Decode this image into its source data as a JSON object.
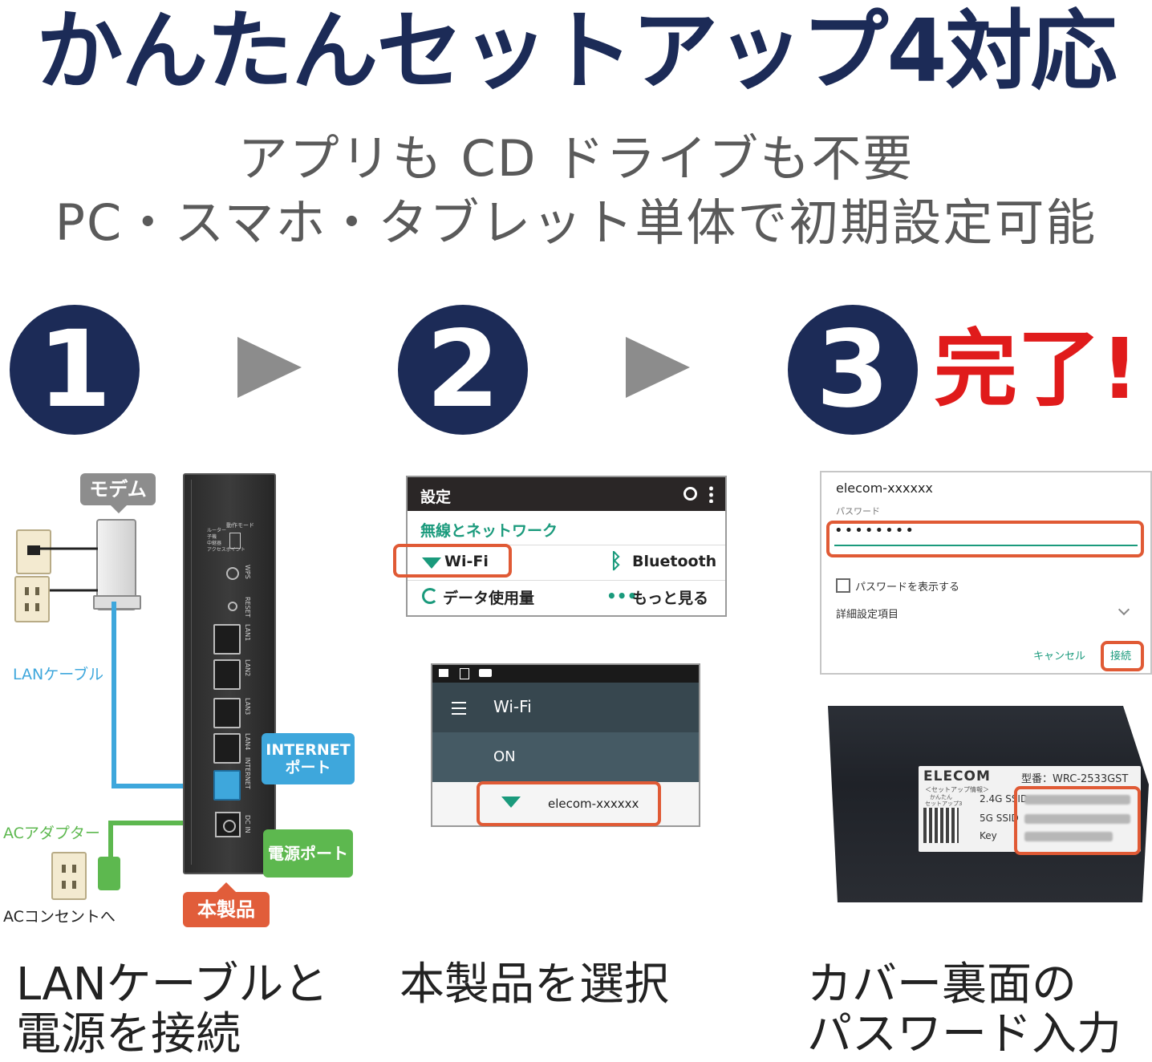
{
  "header": {
    "title": "かんたんセットアップ4対応",
    "subtitle_line1": "アプリも CD ドライブも不要",
    "subtitle_line2": "PC・スマホ・タブレット単体で初期設定可能"
  },
  "steps": [
    {
      "number": "1",
      "caption_line1": "LANケーブルと",
      "caption_line2": "電源を接続"
    },
    {
      "number": "2",
      "caption_line1": "本製品を選択",
      "caption_line2": ""
    },
    {
      "number": "3",
      "done_label": "完了!",
      "caption_line1": "カバー裏面の",
      "caption_line2": "パスワード入力"
    }
  ],
  "diagram": {
    "modem_label": "モデム",
    "lan_cable_label": "LANケーブル",
    "internet_port_label_line1": "INTERNET",
    "internet_port_label_line2": "ポート",
    "ac_adapter_label": "ACアダプター",
    "power_port_label": "電源ポート",
    "ac_outlet_label": "ACコンセントへ",
    "product_label": "本製品",
    "router_switch_labels": [
      "ルーター",
      "子機",
      "中継器",
      "アクセスポイント"
    ],
    "router_mode_label": "動作モード",
    "wps_label": "WPS",
    "reset_label": "RESET",
    "port_labels": [
      "LAN1",
      "LAN2",
      "LAN3",
      "LAN4",
      "INTERNET",
      "DC IN"
    ]
  },
  "settings_screen": {
    "title": "設定",
    "section": "無線とネットワーク",
    "wifi": "Wi-Fi",
    "bluetooth": "Bluetooth",
    "data_usage": "データ使用量",
    "more": "もっと見る"
  },
  "wifi_screen": {
    "title": "Wi-Fi",
    "state": "ON",
    "network": "elecom-xxxxxx"
  },
  "password_dialog": {
    "ssid": "elecom-xxxxxx",
    "password_label": "パスワード",
    "password_value": "••••••••",
    "show_password": "パスワードを表示する",
    "advanced": "詳細設定項目",
    "cancel": "キャンセル",
    "connect": "接続"
  },
  "sticker": {
    "brand": "ELECOM",
    "model": "型番：WRC-2533GST",
    "setup_info": "＜セットアップ情報＞",
    "kantan": "かんたん",
    "setup": "セットアップ3",
    "ssid_24": "2.4G SSID",
    "ssid_5": "5G SSID",
    "key": "Key"
  },
  "colors": {
    "navy": "#1c2b57",
    "red": "#e01b1b",
    "highlight": "#e05a35",
    "teal": "#1a9a7c",
    "lan_blue": "#3ea7dc",
    "power_green": "#5db84f",
    "product_orange": "#e15d3a"
  }
}
